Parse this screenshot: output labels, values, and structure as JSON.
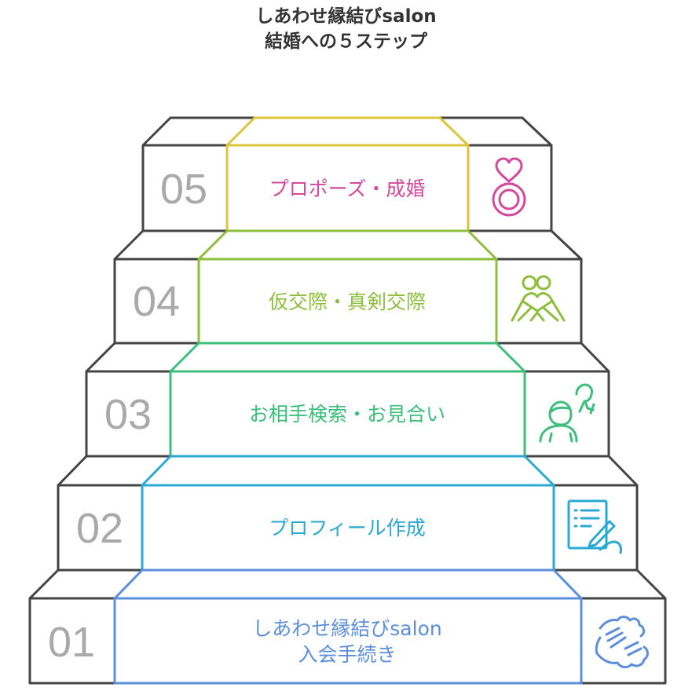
{
  "title": {
    "line1": "しあわせ縁結びsalon",
    "line2": "結婚への５ステップ"
  },
  "steps": [
    {
      "number": "01",
      "label_lines": [
        "しあわせ縁結びsalon",
        "入会手続き"
      ],
      "color": "#5b8fdc",
      "icon": "hands-icon"
    },
    {
      "number": "02",
      "label_lines": [
        "プロフィール作成"
      ],
      "color": "#2aa9d2",
      "icon": "writing-profile-icon"
    },
    {
      "number": "03",
      "label_lines": [
        "お相手検索・お見合い"
      ],
      "color": "#3bbf7a",
      "icon": "meeting-people-icon"
    },
    {
      "number": "04",
      "label_lines": [
        "仮交際・真剣交際"
      ],
      "color": "#8dbf3c",
      "icon": "couple-hug-icon"
    },
    {
      "number": "05",
      "label_lines": [
        "プロポーズ・成婚"
      ],
      "color": "#d4499b",
      "icon": "heart-ring-icon"
    }
  ],
  "colors": {
    "outline": "#444444",
    "step5_frame": "#dcc53a",
    "number": "#a9a9a9",
    "title": "#333333"
  }
}
